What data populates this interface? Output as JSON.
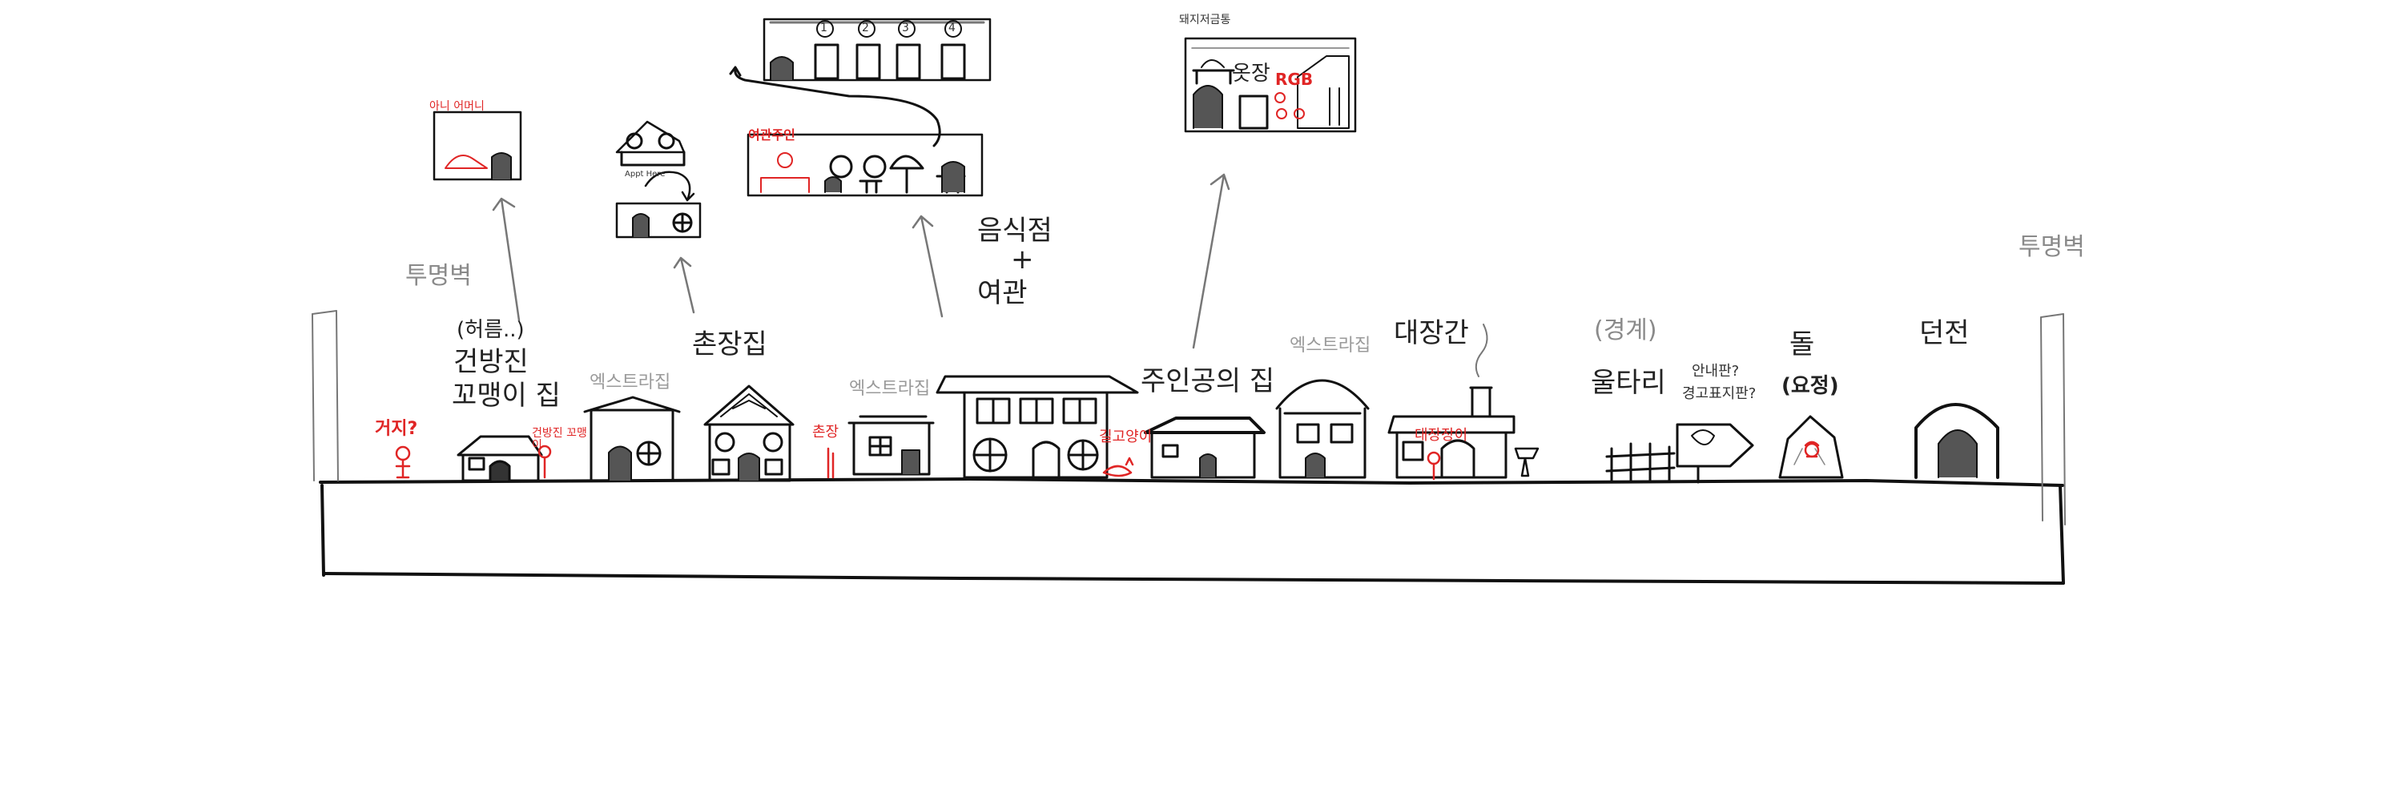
{
  "colors": {
    "ink": "#111111",
    "faint": "#8a8a8a",
    "accent": "#e02525"
  },
  "labels": {
    "wall_left": "투명벽",
    "wall_right": "투명벽",
    "beggar": "거지?",
    "hmm": "(허름..)",
    "room_line1": "건방진",
    "room_line2": "꼬맹이 집",
    "brat": "건방진 꼬맹이",
    "extra1": "엑스트라집",
    "chief_house": "촌장집",
    "chief": "촌장",
    "extra2": "엑스트라집",
    "restaurant": "음식점",
    "plus": "+",
    "inn": "여관",
    "stray_cat": "길고양이",
    "hero_house": "주인공의 집",
    "extra3": "엑스트라집",
    "smithy": "대장간",
    "smith": "대장장이",
    "boundary": "(경계)",
    "fence": "울타리",
    "sign_q1": "안내판?",
    "sign_q2": "경고표지판?",
    "stone": "돌",
    "fairy": "(요정)",
    "dungeon": "던전",
    "old_man": "아니 어머니",
    "innkeeper": "여관주인",
    "pig_shop": "돼지저금통",
    "wardrobe": "옷장",
    "rgb": "RGB",
    "room1": "1",
    "room2": "2",
    "room3": "3",
    "room4": "4",
    "chief_note": "Appt Here"
  }
}
